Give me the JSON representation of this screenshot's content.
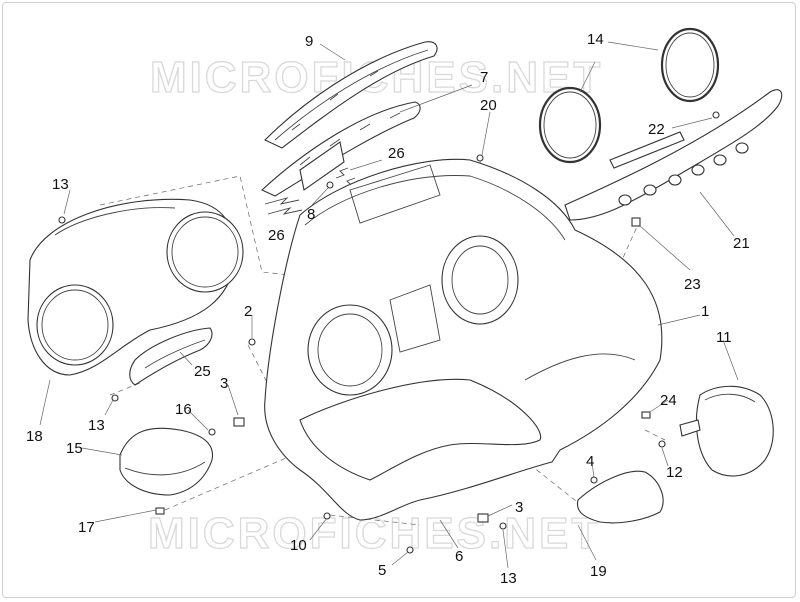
{
  "watermark": {
    "text": "MICROFICHES.NET"
  },
  "callouts": [
    {
      "id": "c9",
      "label": "9"
    },
    {
      "id": "c7",
      "label": "7"
    },
    {
      "id": "c14",
      "label": "14"
    },
    {
      "id": "c20",
      "label": "20"
    },
    {
      "id": "c22",
      "label": "22"
    },
    {
      "id": "c26a",
      "label": "26"
    },
    {
      "id": "c8",
      "label": "8"
    },
    {
      "id": "c26b",
      "label": "26"
    },
    {
      "id": "c13a",
      "label": "13"
    },
    {
      "id": "c21",
      "label": "21"
    },
    {
      "id": "c23",
      "label": "23"
    },
    {
      "id": "c2",
      "label": "2"
    },
    {
      "id": "c1",
      "label": "1"
    },
    {
      "id": "c11",
      "label": "11"
    },
    {
      "id": "c25",
      "label": "25"
    },
    {
      "id": "c3a",
      "label": "3"
    },
    {
      "id": "c13b",
      "label": "13"
    },
    {
      "id": "c16",
      "label": "16"
    },
    {
      "id": "c18",
      "label": "18"
    },
    {
      "id": "c15",
      "label": "15"
    },
    {
      "id": "c24",
      "label": "24"
    },
    {
      "id": "c12",
      "label": "12"
    },
    {
      "id": "c4",
      "label": "4"
    },
    {
      "id": "c17",
      "label": "17"
    },
    {
      "id": "c3b",
      "label": "3"
    },
    {
      "id": "c10",
      "label": "10"
    },
    {
      "id": "c6",
      "label": "6"
    },
    {
      "id": "c19",
      "label": "19"
    },
    {
      "id": "c5",
      "label": "5"
    },
    {
      "id": "c13c",
      "label": "13"
    }
  ]
}
